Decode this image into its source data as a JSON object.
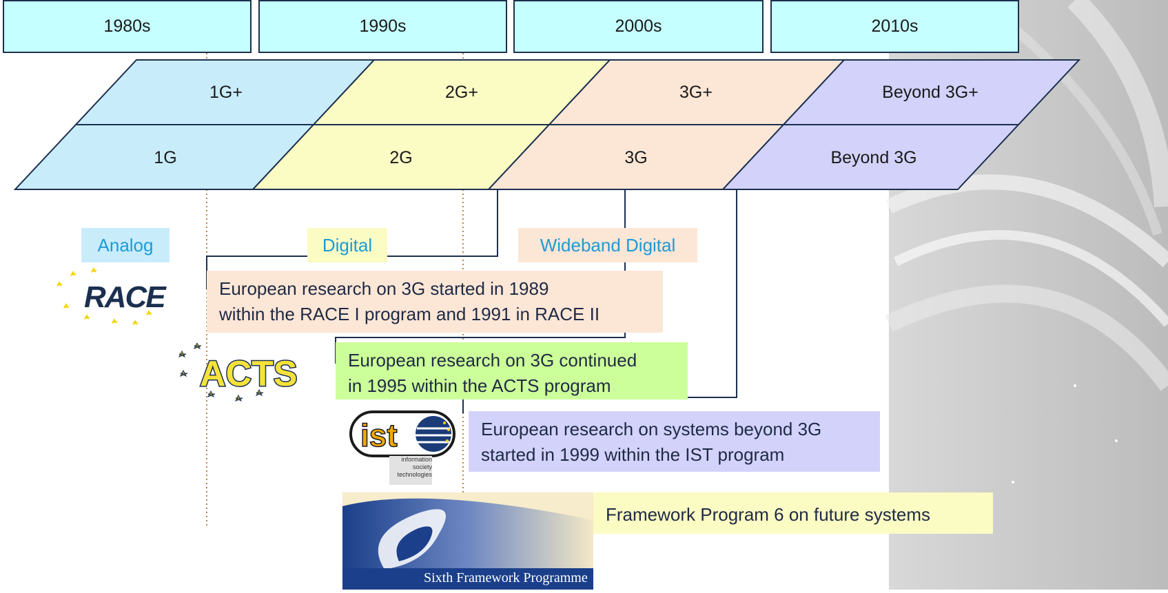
{
  "decades": [
    "1980s",
    "1990s",
    "2000s",
    "2010s"
  ],
  "generations_upper": [
    "1G+",
    "2G+",
    "3G+",
    "Beyond 3G+"
  ],
  "generations_lower": [
    "1G",
    "2G",
    "3G",
    "Beyond 3G"
  ],
  "tags": {
    "analog": "Analog",
    "digital": "Digital",
    "wideband": "Wideband Digital"
  },
  "notes": {
    "race": "European research on 3G started in 1989\nwithin the RACE I program and 1991 in RACE II",
    "acts": "European research on 3G continued\nin 1995 within the ACTS program",
    "ist": "European research on systems beyond 3G\nstarted in 1999 within the IST program",
    "fp6": "Framework Program 6 on future systems"
  },
  "logos": {
    "race": "RACE",
    "acts": "ACTS",
    "ist": "ist",
    "ist_sub": "information\nsociety\ntechnologies",
    "fp6": "Sixth Framework Programme"
  },
  "colors": {
    "blue": "#c9ecfb",
    "yellow": "#fbfbc4",
    "peach": "#fce6d6",
    "lavender": "#d2d2fb",
    "green": "#ccff99",
    "cyan": "#c6ffff",
    "accent": "#1d9bd6"
  }
}
